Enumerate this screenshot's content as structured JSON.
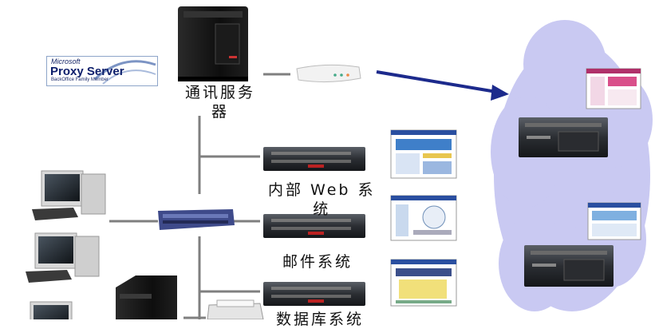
{
  "labels": {
    "comm_server_line1": "通讯服务",
    "comm_server_line2": "器",
    "web_line1": "内部 Web 系",
    "web_line2": "统",
    "mail": "邮件系统",
    "db": "数据库系统"
  },
  "logo": {
    "microsoft": "Microsoft",
    "product": "Proxy Server",
    "family": "BackOffice Family Member"
  },
  "colors": {
    "cloud": "#c9c9f2",
    "arrow": "#1c2a8c",
    "line": "#7f7f7f",
    "switch": "#3e4a8a"
  }
}
